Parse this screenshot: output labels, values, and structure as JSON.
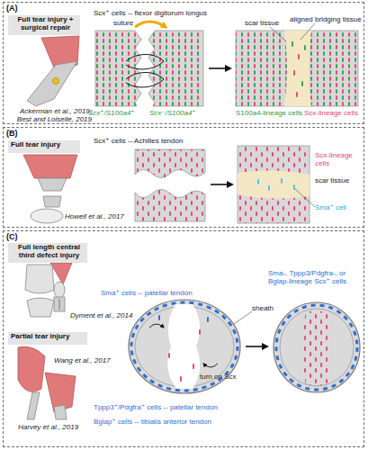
{
  "diagram": {
    "nodes": [
      {
        "text": [
          "(A)"
        ]
      },
      {
        "text": [
          "Full tear injury + surgical repair"
        ],
        "in": 0
      },
      {
        "text": [
          "(B)"
        ]
      },
      {
        "text": [
          "Full tear injury"
        ],
        "in": 2
      },
      {
        "text": [
          "(C)"
        ]
      },
      {
        "text": [
          "Full length central third defect injury"
        ],
        "in": 4
      },
      {
        "text": [
          "Partial tear injury"
        ],
        "in": 4
      }
    ],
    "labels": [
      "Ackerman et al., 2019; Best and Loiselle, 2019",
      "Scx⁺ cells -- flexor digitorum longus",
      "suture",
      "Scx⁺/S100a4⁺",
      "Scx⁻/S100a4⁺",
      "scar tissue",
      "aligned bridging tissue",
      "S100a4-lineage cells",
      "Scx-lineage cells",
      "Howell et al., 2017",
      "Scx⁺ cells -- Achilles tendon",
      "Scx-lineage cells",
      "scar tissue",
      "Sma⁺ cell",
      "Dyment et al., 2014",
      "Wang et al., 2017",
      "Harvey et al., 2019",
      "Sma⁺ cells -- patellar tendon",
      "sheath",
      "turn on Scx",
      "Tppp3⁺/Pdgfra⁺ cells -- patellar tendon",
      "Bglap⁺ cells -- tibialis anterior tendon",
      "Sma-, Tppp3/Pdgfra-, or Bglap-lineage Scx⁺ cells"
    ]
  }
}
